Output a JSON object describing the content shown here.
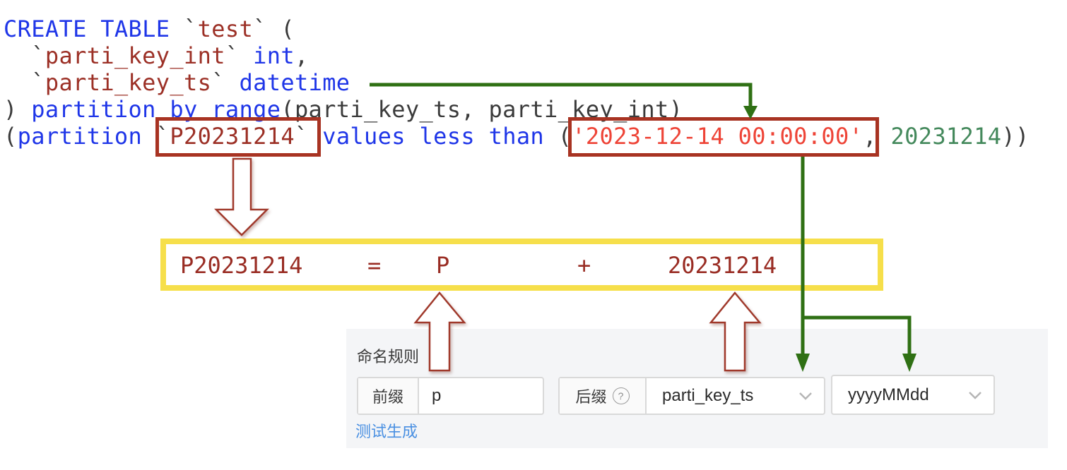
{
  "colors": {
    "keyword": "#1f36e8",
    "identifier": "#9c3026",
    "string": "#ee4437",
    "number_green": "#44895c",
    "plain": "#3b3b3b",
    "arrow_green": "#2f7014",
    "box_red": "#a83322",
    "box_yellow": "#f6df4b",
    "link_blue": "#4a90e2"
  },
  "code": {
    "lines": [
      [
        {
          "t": "CREATE TABLE",
          "c": "kw"
        },
        {
          "t": " `",
          "c": "pl"
        },
        {
          "t": "test",
          "c": "id"
        },
        {
          "t": "`",
          "c": "pl"
        },
        {
          "t": " (",
          "c": "pl"
        }
      ],
      [
        {
          "t": "  `",
          "c": "pl"
        },
        {
          "t": "parti_key_int",
          "c": "id"
        },
        {
          "t": "`",
          "c": "pl"
        },
        {
          "t": " ",
          "c": "pl"
        },
        {
          "t": "int",
          "c": "kw"
        },
        {
          "t": ",",
          "c": "pl"
        }
      ],
      [
        {
          "t": "  `",
          "c": "pl"
        },
        {
          "t": "parti_key_ts",
          "c": "id"
        },
        {
          "t": "`",
          "c": "pl"
        },
        {
          "t": " ",
          "c": "pl"
        },
        {
          "t": "datetime",
          "c": "kw"
        }
      ],
      [
        {
          "t": ") ",
          "c": "pl"
        },
        {
          "t": "partition by range",
          "c": "kw"
        },
        {
          "t": "(parti_key_ts, parti_key_int)",
          "c": "pl"
        }
      ],
      [
        {
          "t": "(",
          "c": "pl"
        },
        {
          "t": "partition",
          "c": "kw"
        },
        {
          "t": " `",
          "c": "pl"
        },
        {
          "t": "P20231214",
          "c": "id"
        },
        {
          "t": "`",
          "c": "pl"
        },
        {
          "t": " ",
          "c": "pl"
        },
        {
          "t": "values less than",
          "c": "kw"
        },
        {
          "t": " (",
          "c": "pl"
        },
        {
          "t": "'2023-12-14 00:00:00'",
          "c": "str"
        },
        {
          "t": ", ",
          "c": "pl"
        },
        {
          "t": "20231214",
          "c": "num"
        },
        {
          "t": "))",
          "c": "pl"
        }
      ]
    ]
  },
  "equation": {
    "parts": [
      "P20231214",
      "=",
      "P",
      "+",
      "20231214"
    ]
  },
  "panel": {
    "title": "命名规则",
    "prefix_label": "前缀",
    "prefix_value": "p",
    "suffix_label": "后缀",
    "suffix_help": "?",
    "suffix_field_value": "parti_key_ts",
    "suffix_format_value": "yyyyMMdd",
    "test_link": "测试生成"
  }
}
